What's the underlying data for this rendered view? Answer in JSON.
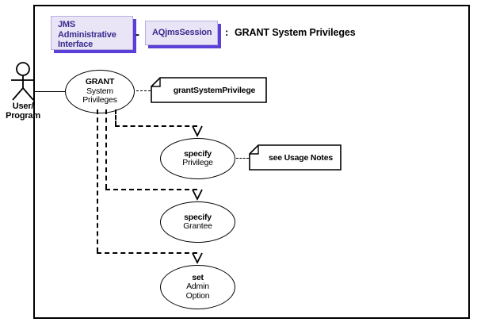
{
  "diagram": {
    "title": "GRANT System Privileges",
    "title_separator": ":",
    "header_dash": "-",
    "class_boxes": [
      {
        "name": "jms-administrative-interface",
        "lines": [
          "JMS",
          "Administrative",
          "Interface"
        ]
      },
      {
        "name": "aqjmssession",
        "lines": [
          "AQjmsSession"
        ]
      }
    ],
    "actor": {
      "icon": "stick-figure-actor-icon",
      "label_lines": [
        "User/",
        "Program"
      ]
    },
    "use_cases": [
      {
        "id": "grant-system-privileges",
        "lines": [
          "GRANT",
          "System",
          "Privileges"
        ]
      },
      {
        "id": "specify-privilege",
        "lines": [
          "specify",
          "Privilege"
        ]
      },
      {
        "id": "specify-grantee",
        "lines": [
          "specify",
          "Grantee"
        ]
      },
      {
        "id": "set-admin-option",
        "lines": [
          "set",
          "Admin",
          "Option"
        ]
      }
    ],
    "notes": [
      {
        "id": "grant-system-privilege-note",
        "text": "grantSystemPrivilege"
      },
      {
        "id": "see-usage-notes-note",
        "text": "see Usage Notes"
      }
    ],
    "colors": {
      "box_fill": "#e9e5f6",
      "box_text": "#3a2b8e",
      "box_shadow": "#5c3fd6",
      "line": "#000000",
      "background": "#ffffff"
    }
  }
}
